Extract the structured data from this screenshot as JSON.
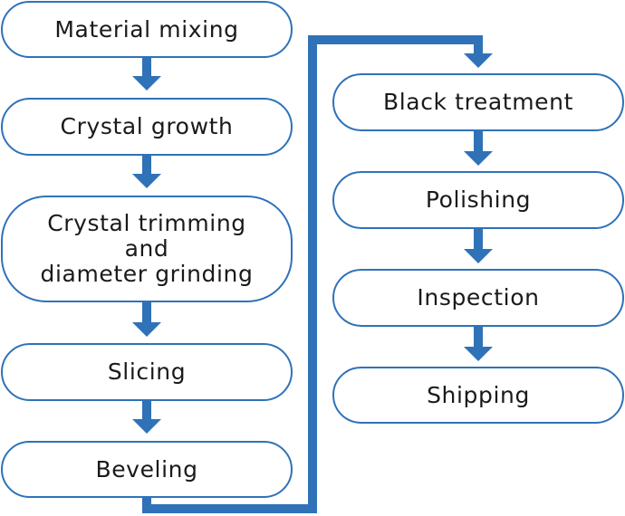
{
  "accent_color": "#2f72b8",
  "steps_left": [
    {
      "label": "Material mixing"
    },
    {
      "label": "Crystal growth"
    },
    {
      "label": "Crystal trimming\nand\ndiameter grinding"
    },
    {
      "label": "Slicing"
    },
    {
      "label": "Beveling"
    }
  ],
  "steps_right": [
    {
      "label": "Black treatment"
    },
    {
      "label": "Polishing"
    },
    {
      "label": "Inspection"
    },
    {
      "label": "Shipping"
    }
  ]
}
